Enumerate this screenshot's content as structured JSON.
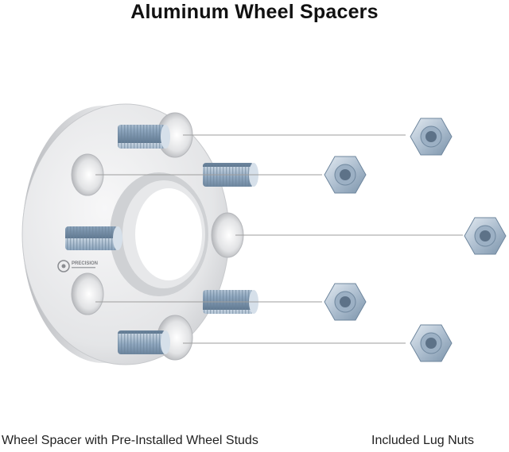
{
  "header": {
    "title": "Aluminum Wheel Spacers"
  },
  "captions": {
    "left": "Wheel Spacer with Pre-Installed Wheel Studs",
    "right": "Included Lug Nuts"
  },
  "logo": {
    "text": "PRECISION"
  },
  "colors": {
    "aluminum_light": "#e9eaec",
    "aluminum_mid": "#c9cbcf",
    "aluminum_dark": "#9a9ca0",
    "stud_blue": "#8fa7bf",
    "nut_blue": "#b3c4d4",
    "leader_line": "#9e9e9e"
  }
}
